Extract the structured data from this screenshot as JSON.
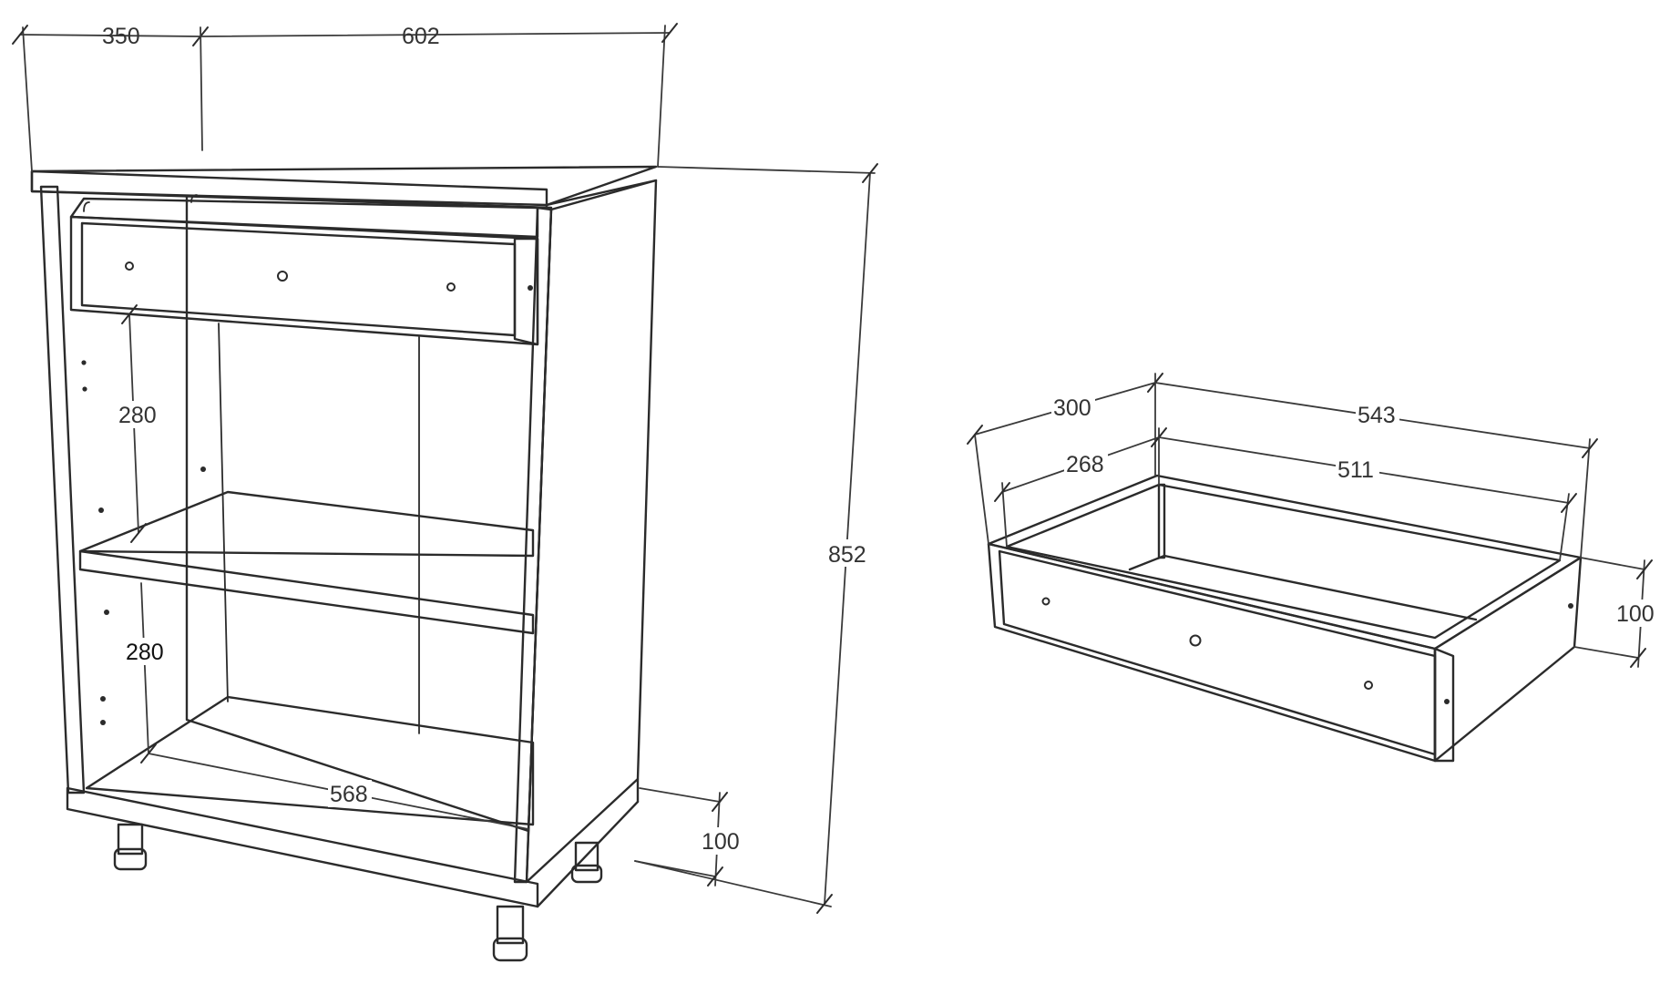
{
  "cabinet": {
    "dimensions": {
      "depth": "350",
      "width": "602",
      "height": "852",
      "upper_shelf_gap": "280",
      "lower_shelf_gap": "280",
      "inner_width": "568",
      "leg_height": "100"
    }
  },
  "drawer": {
    "dimensions": {
      "outer_depth": "300",
      "outer_width": "543",
      "inner_depth": "268",
      "inner_width": "511",
      "height": "100"
    }
  },
  "colors": {
    "line": "#2b2b2b",
    "text": "#333333",
    "background": "#ffffff"
  }
}
